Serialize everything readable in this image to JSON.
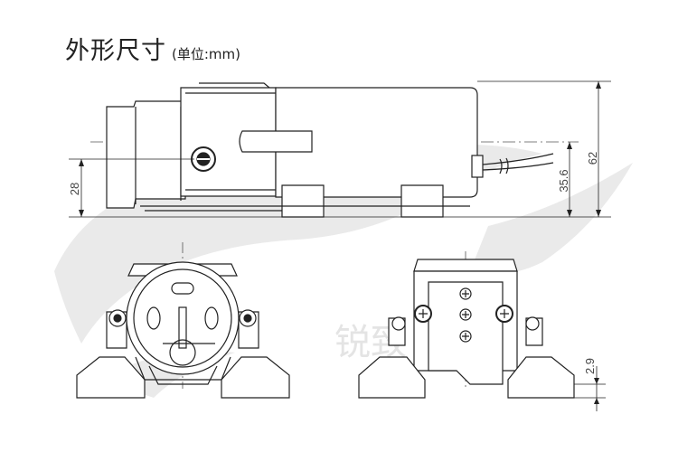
{
  "title": {
    "main": "外形尺寸",
    "unit": "(单位:mm)"
  },
  "dimensions": {
    "overall_height": "62",
    "center_height": "35.6",
    "base_height": "28",
    "foot_thickness": "2.9"
  },
  "watermark": {
    "text": "锐致"
  }
}
